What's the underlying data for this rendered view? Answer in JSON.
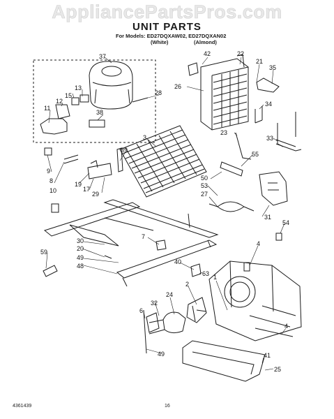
{
  "watermark": "AppliancePartsPros.com",
  "header": {
    "title": "UNIT PARTS",
    "models_line": "For Models: ED27DQXAW02, ED27DQXAN02",
    "variant_white": "(White)",
    "variant_almond": "(Almond)"
  },
  "callouts": {
    "c37": "37",
    "c28": "28",
    "c13": "13",
    "c15": "15",
    "c12": "12",
    "c11": "11",
    "c38": "38",
    "c42": "42",
    "c22": "22",
    "c21": "21",
    "c35": "35",
    "c26": "26",
    "c34": "34",
    "c33": "33",
    "c23": "23",
    "c3": "3",
    "c39": "39",
    "c55": "55",
    "c9": "9",
    "c8": "8",
    "c10": "10",
    "c19": "19",
    "c17": "17",
    "c29": "29",
    "c50": "50",
    "c53": "53",
    "c27": "27",
    "c31": "31",
    "c54": "54",
    "c30": "30",
    "c20": "20",
    "c7": "7",
    "c4a": "4",
    "c49a": "49",
    "c48": "48",
    "c59": "59",
    "c40": "40",
    "c63": "63",
    "c1": "1",
    "c2": "2",
    "c24": "24",
    "c6": "6",
    "c32": "32",
    "c4b": "4",
    "c41": "41",
    "c25": "25",
    "c49b": "49"
  },
  "footer": {
    "doc_number": "4361439",
    "page_number": "16"
  }
}
